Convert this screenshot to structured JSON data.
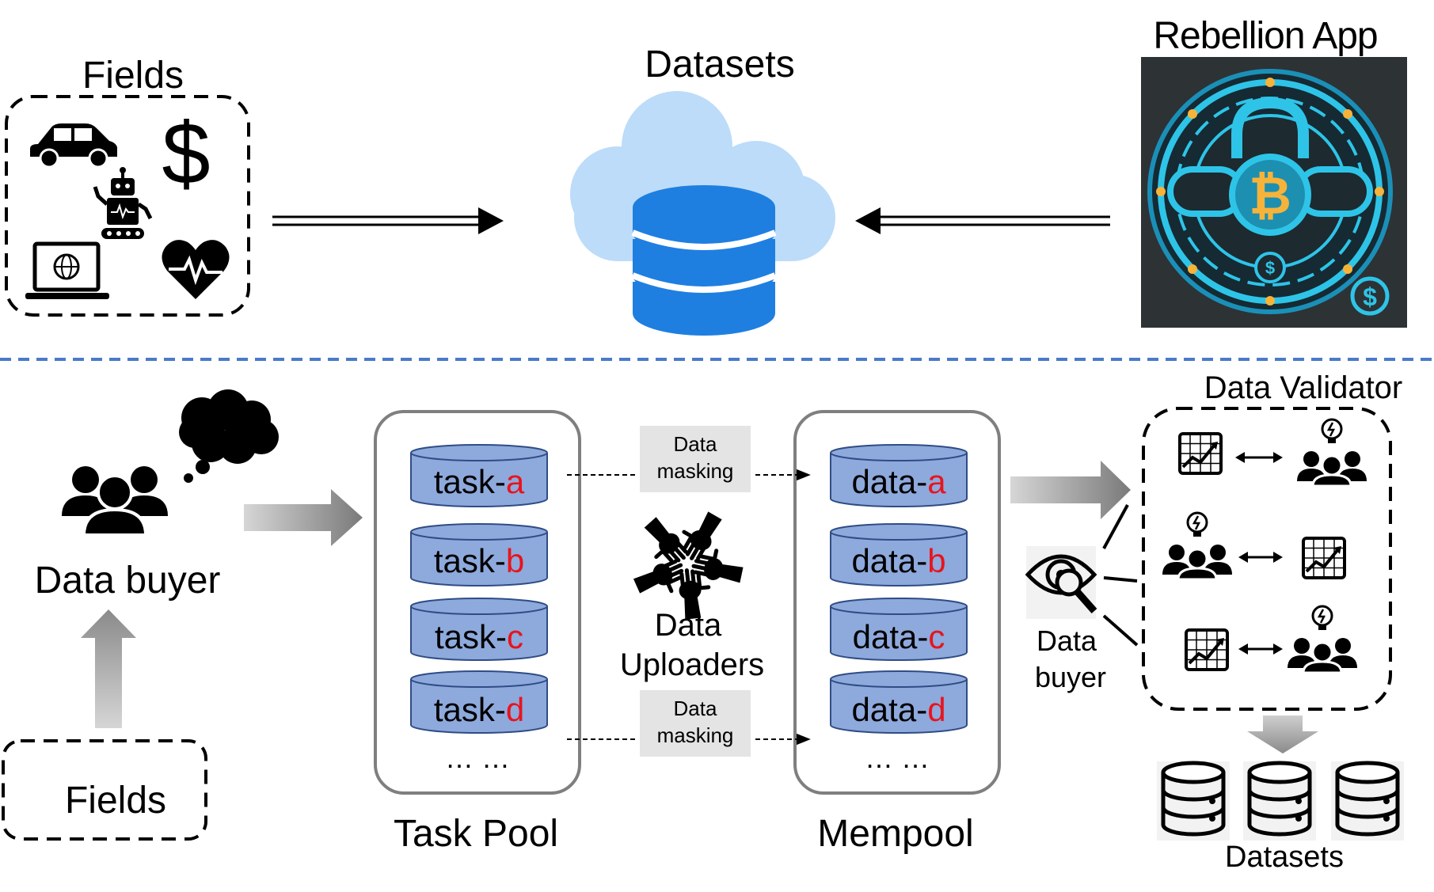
{
  "top": {
    "fields_title": "Fields",
    "datasets_title": "Datasets",
    "app_title": "Rebellion App",
    "field_icons": [
      "car-icon",
      "dollar-icon",
      "robot-icon",
      "laptop-globe-icon",
      "heart-pulse-icon"
    ]
  },
  "bottom": {
    "buyer_label": "Data buyer",
    "fields_label": "Fields",
    "task_pool_label": "Task Pool",
    "tasks": [
      {
        "prefix": "task-",
        "suffix": "a"
      },
      {
        "prefix": "task-",
        "suffix": "b"
      },
      {
        "prefix": "task-",
        "suffix": "c"
      },
      {
        "prefix": "task-",
        "suffix": "d"
      }
    ],
    "task_more": "… …",
    "masking_top": {
      "line1": "Data",
      "line2": "masking"
    },
    "masking_bottom": {
      "line1": "Data",
      "line2": "masking"
    },
    "uploaders_line1": "Data",
    "uploaders_line2": "Uploaders",
    "mempool_label": "Mempool",
    "data": [
      {
        "prefix": "data-",
        "suffix": "a"
      },
      {
        "prefix": "data-",
        "suffix": "b"
      },
      {
        "prefix": "data-",
        "suffix": "c"
      },
      {
        "prefix": "data-",
        "suffix": "d"
      }
    ],
    "data_more": "… …",
    "buyer2_line1": "Data",
    "buyer2_line2": "buyer",
    "validator_label": "Data Validator",
    "datasets_label": "Datasets"
  },
  "colors": {
    "cylinder_fill": "#8ea9dc",
    "cylinder_stroke": "#2f4c85",
    "cloud": "#bcdcf9",
    "db_blue": "#1f7fe0",
    "separator": "#4a7bc8",
    "red_suffix": "#e8141c",
    "app_bg": "#2d3235",
    "app_cyan": "#2ec4e8"
  }
}
